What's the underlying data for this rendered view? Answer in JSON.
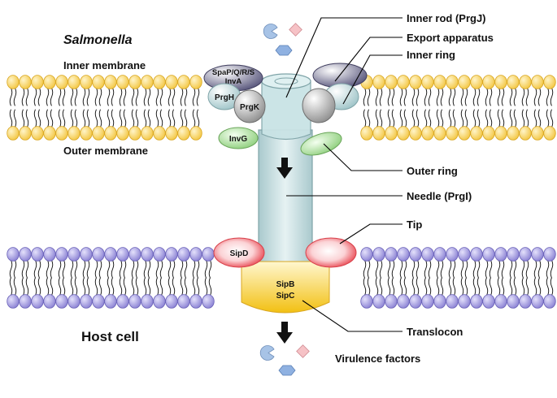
{
  "organism": "Salmonella",
  "membranes": {
    "inner": "Inner membrane",
    "outer": "Outer membrane",
    "host": "Host cell"
  },
  "components": {
    "spa_line1": "SpaP/Q/R/S",
    "spa_line2": "InvA",
    "prgh": "PrgH",
    "prgk": "PrgK",
    "invg": "InvG",
    "sipd": "SipD",
    "sipb": "SipB",
    "sipc": "SipC"
  },
  "callouts": {
    "inner_rod": "Inner rod (PrgJ)",
    "export_apparatus": "Export apparatus",
    "inner_ring": "Inner ring",
    "outer_ring": "Outer ring",
    "needle": "Needle (PrgI)",
    "tip": "Tip",
    "translocon": "Translocon",
    "virulence_factors": "Virulence factors"
  },
  "colors": {
    "outer_head_fill": "#f7d97a",
    "outer_head_stroke": "#d9a722",
    "host_head_fill": "#a9a3e3",
    "host_head_stroke": "#6a62b8",
    "needle_fill": "#bfd9dc",
    "translocon": "#f2c416",
    "tip": "#f05a63",
    "invg": "#b8e0a8",
    "export": "#7c7a9e"
  }
}
